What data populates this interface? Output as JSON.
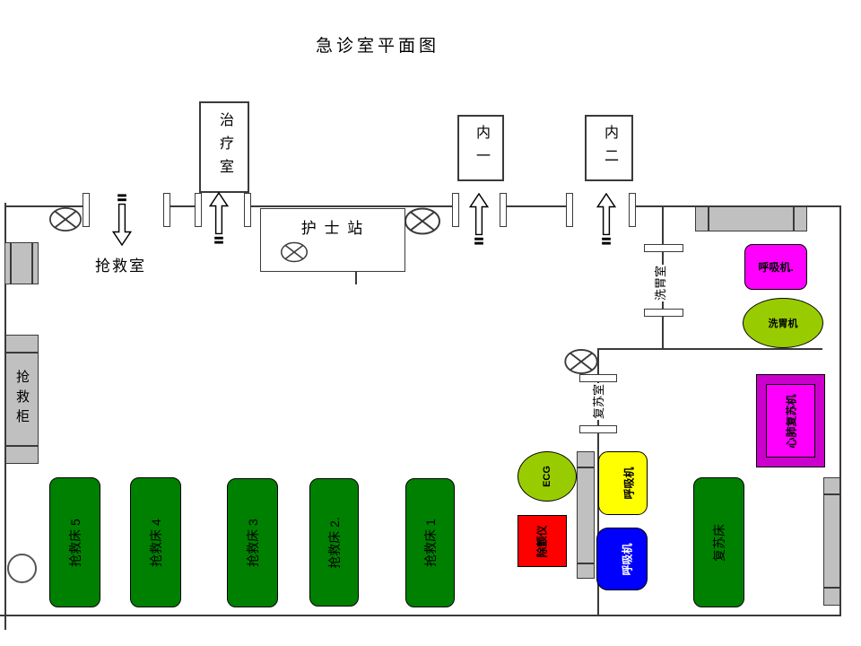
{
  "title": "急诊室平面图",
  "rooms": {
    "treatment": "治疗室",
    "internal1": "内一",
    "internal2": "内二",
    "nurse_station": "护 士 站",
    "rescue_room": "抢救室",
    "gastric_lavage_room": "洗胃室",
    "resuscitation_room": "复苏室"
  },
  "furniture": {
    "rescue_cabinet": "抢救柜",
    "beds": [
      "抢救床 5",
      "抢救床 4",
      "抢救床 3",
      "抢救床 2.",
      "抢救床 1"
    ],
    "resuscitation_bed": "复苏床"
  },
  "equipment": {
    "ventilator_magenta": {
      "label": "呼吸机.",
      "color": "#FF00FF"
    },
    "gastric_lavage_machine": {
      "label": "洗胃机",
      "color": "#99CC00"
    },
    "cpr_machine": {
      "label": "心肺复苏机",
      "color": "#FF00FF",
      "frame_color": "#CC00CC"
    },
    "ecg": {
      "label": "ECG",
      "color": "#99CC00"
    },
    "ventilator_yellow": {
      "label": "呼吸机",
      "color": "#FFFF00"
    },
    "defibrillator": {
      "label": "除颤仪",
      "color": "#FF0000"
    },
    "ventilator_blue": {
      "label": "呼吸机",
      "color": "#0000FF"
    }
  },
  "colors": {
    "bed_green": "#008000",
    "grey_furniture": "#C0C0C0",
    "wall": "#3a3a3a"
  }
}
